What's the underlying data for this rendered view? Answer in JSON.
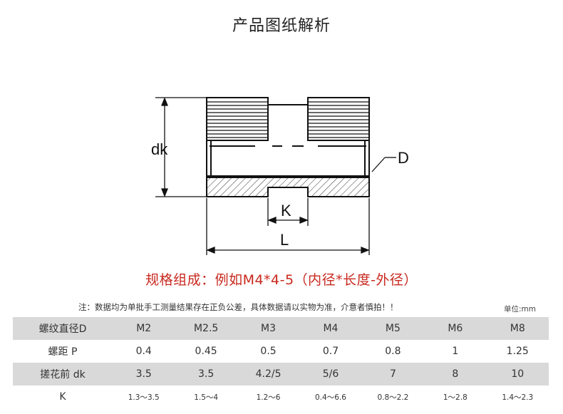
{
  "title": "产品图纸解析",
  "drawing": {
    "dk_label": "dk",
    "d_label": "D",
    "k_label": "K",
    "l_label": "L"
  },
  "spec_line": "规格组成：例如M4*4-5（内径*长度-外径）",
  "note": "注：数据均为单批手工测量结果存在正负公差，具体数据请以实物为准，介意者慎拍！！",
  "unit": "单位:mm",
  "table": {
    "rows": [
      {
        "header": "螺纹直径D",
        "cells": [
          "M2",
          "M2.5",
          "M3",
          "M4",
          "M5",
          "M6",
          "M8"
        ]
      },
      {
        "header": "螺距 P",
        "cells": [
          "0.4",
          "0.45",
          "0.5",
          "0.7",
          "0.8",
          "1",
          "1.25"
        ]
      },
      {
        "header": "搓花前 dk",
        "cells": [
          "3.5",
          "3.5",
          "4.2/5",
          "5/6",
          "7",
          "8",
          "10"
        ]
      },
      {
        "header": "K",
        "cells": [
          "1.3～3.5",
          "1.5～4",
          "1.2～6",
          "0.4～6.6",
          "0.8～2.2",
          "1～2.8",
          "1.4～2.3"
        ]
      }
    ]
  }
}
